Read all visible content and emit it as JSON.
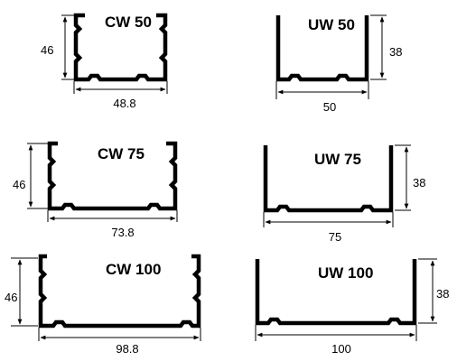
{
  "profiles": [
    {
      "id": "cw50",
      "title": "CW 50",
      "width_label": "48.8",
      "height_label": "46"
    },
    {
      "id": "uw50",
      "title": "UW 50",
      "width_label": "50",
      "height_label": "38"
    },
    {
      "id": "cw75",
      "title": "CW 75",
      "width_label": "73.8",
      "height_label": "46"
    },
    {
      "id": "uw75",
      "title": "UW 75",
      "width_label": "75",
      "height_label": "38"
    },
    {
      "id": "cw100",
      "title": "CW 100",
      "width_label": "98.8",
      "height_label": "46"
    },
    {
      "id": "uw100",
      "title": "UW 100",
      "width_label": "100",
      "height_label": "38"
    }
  ]
}
